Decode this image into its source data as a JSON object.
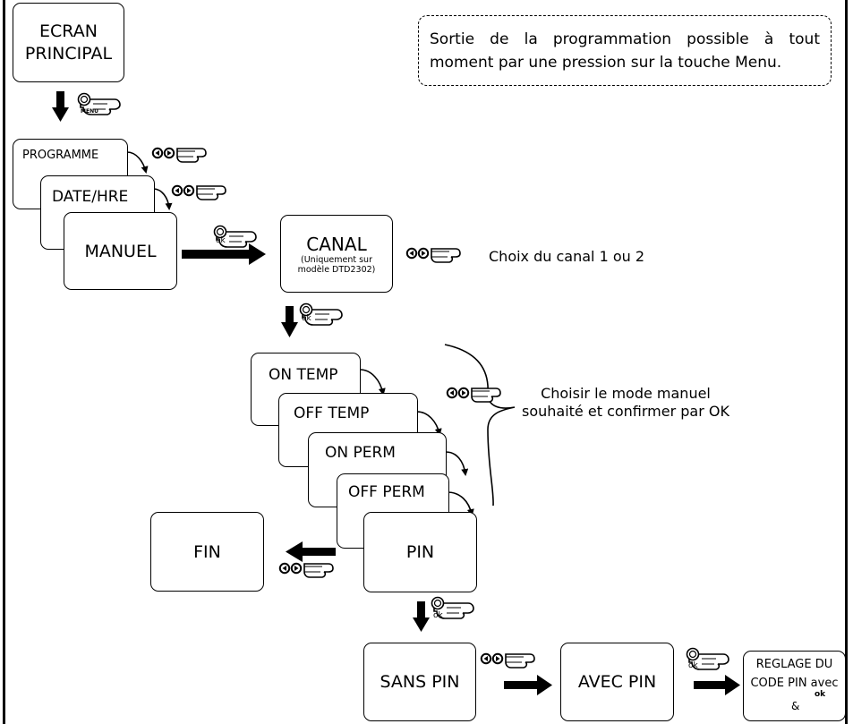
{
  "note": "Sortie de la programmation possible à tout moment par une pression sur la touche Menu.",
  "boxes": {
    "ecran_line1": "ECRAN",
    "ecran_line2": "PRINCIPAL",
    "programme": "PROGRAMME",
    "date_hre": "DATE/HRE",
    "manuel": "MANUEL",
    "canal": "CANAL",
    "canal_sub1": "(Uniquement sur",
    "canal_sub2": "modèle DTD2302)",
    "on_temp": "ON TEMP",
    "off_temp": "OFF TEMP",
    "on_perm": "ON PERM",
    "off_perm": "OFF PERM",
    "pin": "PIN",
    "fin": "FIN",
    "sans_pin": "SANS PIN",
    "avec_pin": "AVEC PIN",
    "reglage_line1": "REGLAGE DU",
    "reglage_line2": "CODE PIN avec",
    "reglage_amp": "&"
  },
  "annotations": {
    "canal_choice": "Choix du canal 1 ou 2",
    "mode_line1": "Choisir le mode manuel",
    "mode_line2": "souhaité et confirmer par OK"
  },
  "keys": {
    "menu": "MENU",
    "ok": "ok"
  },
  "icons": {
    "pointing_hand": "pointing-hand-icon",
    "left_right_buttons": "left-right-buttons-icon"
  }
}
